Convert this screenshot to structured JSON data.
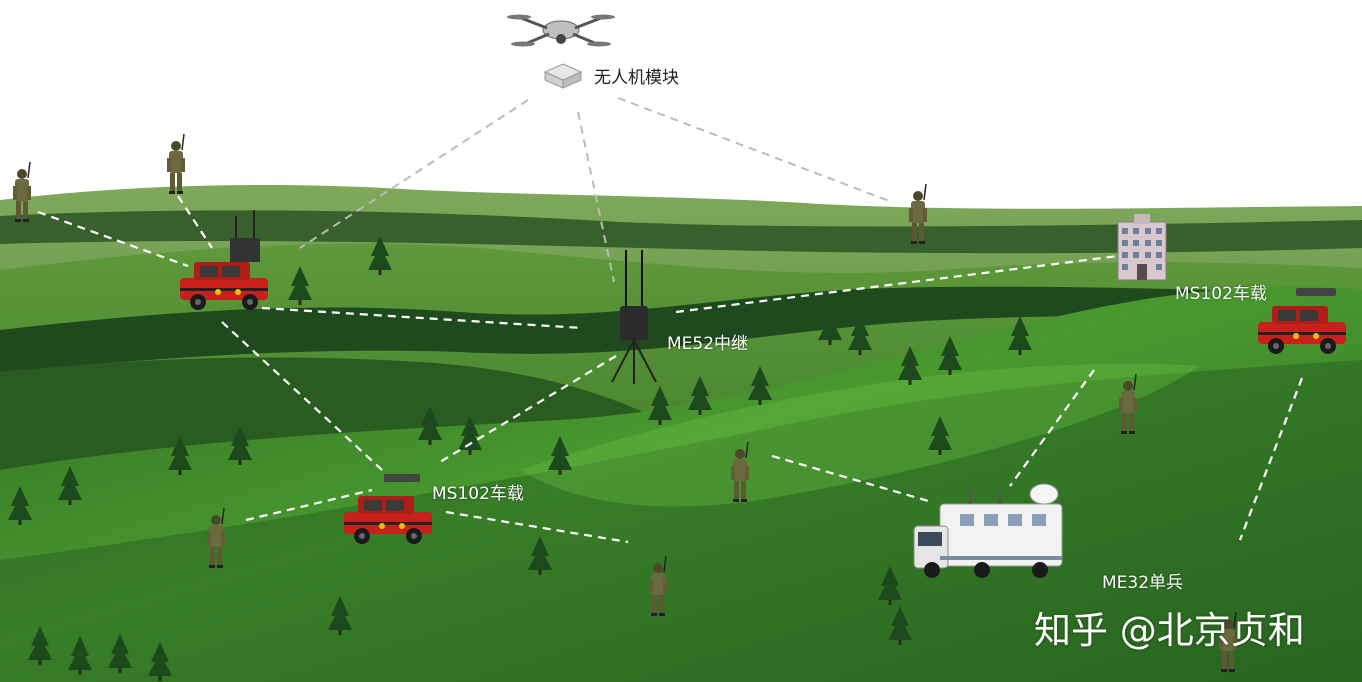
{
  "labels": {
    "drone_module": "无人机模块",
    "relay": "ME52中继",
    "vehicle_right": "MS102车载",
    "vehicle_left": "MS102车载",
    "soldier": "ME32单兵"
  },
  "watermark": "知乎 @北京贞和",
  "icons": {
    "drone": "drone-icon",
    "radio_module": "radio-module-icon",
    "relay_station": "relay-tower-icon",
    "vehicle": "jeep-icon",
    "command_truck": "satellite-truck-icon",
    "soldier": "soldier-icon",
    "building": "building-icon"
  },
  "colors": {
    "sky": "#ffffff",
    "hill_far": "#6f9a4a",
    "hill_mid": "#3f7a2a",
    "hill_near": "#3d8a2e",
    "forest": "#1f4a1e",
    "link_line": "#ffffff",
    "link_line_sky": "#bbbbbb",
    "jeep": "#c8201a",
    "camouflage": "#6b6a3e"
  }
}
